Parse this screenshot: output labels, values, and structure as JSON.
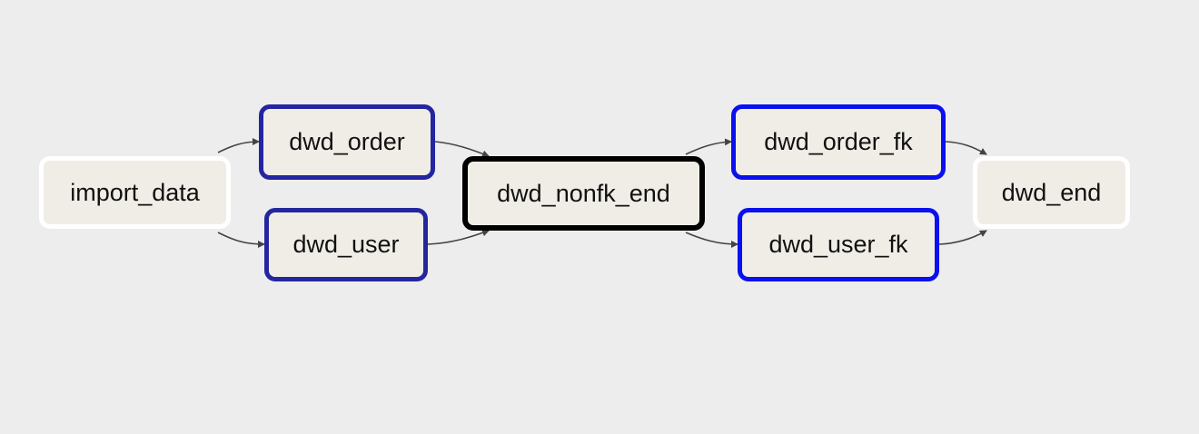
{
  "colors": {
    "background": "#ededed",
    "node_fill": "#f0ede6",
    "border_default": "#ffffff",
    "border_dark_blue": "#2426a0",
    "border_bright_blue": "#0a10ef",
    "border_selected": "#000000",
    "edge": "#444444"
  },
  "nodes": {
    "import_data": "import_data",
    "dwd_order": "dwd_order",
    "dwd_user": "dwd_user",
    "dwd_nonfk_end": "dwd_nonfk_end",
    "dwd_order_fk": "dwd_order_fk",
    "dwd_user_fk": "dwd_user_fk",
    "dwd_end": "dwd_end"
  },
  "edges": [
    [
      "import_data",
      "dwd_order"
    ],
    [
      "import_data",
      "dwd_user"
    ],
    [
      "dwd_order",
      "dwd_nonfk_end"
    ],
    [
      "dwd_user",
      "dwd_nonfk_end"
    ],
    [
      "dwd_nonfk_end",
      "dwd_order_fk"
    ],
    [
      "dwd_nonfk_end",
      "dwd_user_fk"
    ],
    [
      "dwd_order_fk",
      "dwd_end"
    ],
    [
      "dwd_user_fk",
      "dwd_end"
    ]
  ]
}
